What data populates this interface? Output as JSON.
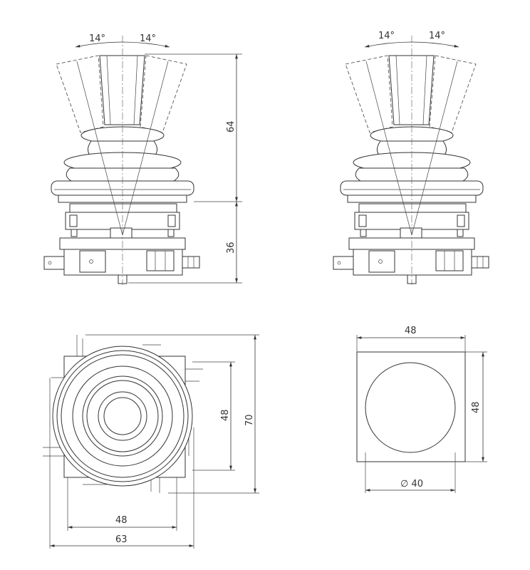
{
  "colors": {
    "line": "#333333",
    "background": "#ffffff"
  },
  "side_view_left": {
    "angle_left": "14°",
    "angle_right": "14°",
    "height_upper": "64",
    "height_lower": "36"
  },
  "side_view_right": {
    "angle_left": "14°",
    "angle_right": "14°"
  },
  "top_view": {
    "inner_height": "48",
    "overall_height": "70",
    "inner_width": "48",
    "overall_width": "63"
  },
  "cutout_view": {
    "width": "48",
    "height": "48",
    "diameter": "∅ 40"
  }
}
